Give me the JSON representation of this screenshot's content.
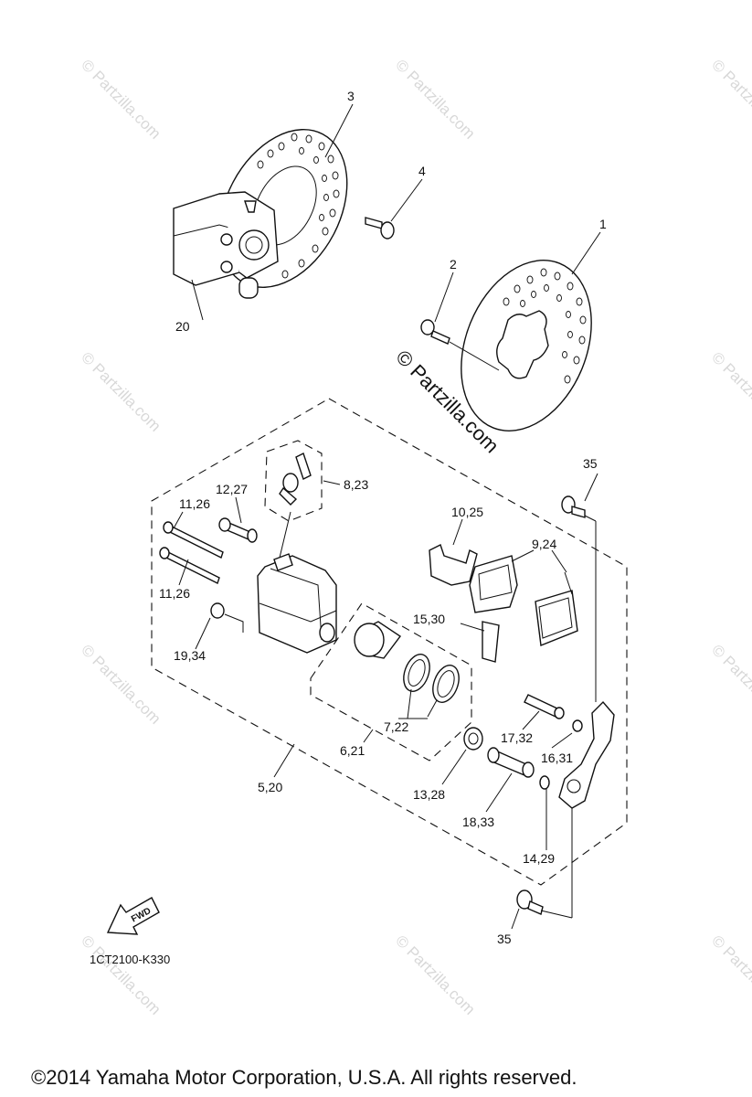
{
  "watermarks": {
    "small": "© Partzilla.com",
    "large": "© Partzilla.com"
  },
  "callouts": [
    {
      "id": "c1",
      "text": "1"
    },
    {
      "id": "c2",
      "text": "2"
    },
    {
      "id": "c3",
      "text": "3"
    },
    {
      "id": "c4",
      "text": "4"
    },
    {
      "id": "c20",
      "text": "20"
    },
    {
      "id": "c8_23",
      "text": "8,23"
    },
    {
      "id": "c12_27",
      "text": "12,27"
    },
    {
      "id": "c11_26a",
      "text": "11,26"
    },
    {
      "id": "c11_26b",
      "text": "11,26"
    },
    {
      "id": "c10_25",
      "text": "10,25"
    },
    {
      "id": "c9_24",
      "text": "9,24"
    },
    {
      "id": "c35a",
      "text": "35"
    },
    {
      "id": "c15_30",
      "text": "15,30"
    },
    {
      "id": "c19_34",
      "text": "19,34"
    },
    {
      "id": "c7_22",
      "text": "7,22"
    },
    {
      "id": "c6_21",
      "text": "6,21"
    },
    {
      "id": "c17_32",
      "text": "17,32"
    },
    {
      "id": "c16_31",
      "text": "16,31"
    },
    {
      "id": "c5_20",
      "text": "5,20"
    },
    {
      "id": "c13_28",
      "text": "13,28"
    },
    {
      "id": "c18_33",
      "text": "18,33"
    },
    {
      "id": "c14_29",
      "text": "14,29"
    },
    {
      "id": "c35b",
      "text": "35"
    }
  ],
  "fwd_arrow_label": "FWD",
  "diagram_code": "1CT2100-K330",
  "copyright": "©2014  Yamaha Motor Corporation, U.S.A. All rights reserved."
}
